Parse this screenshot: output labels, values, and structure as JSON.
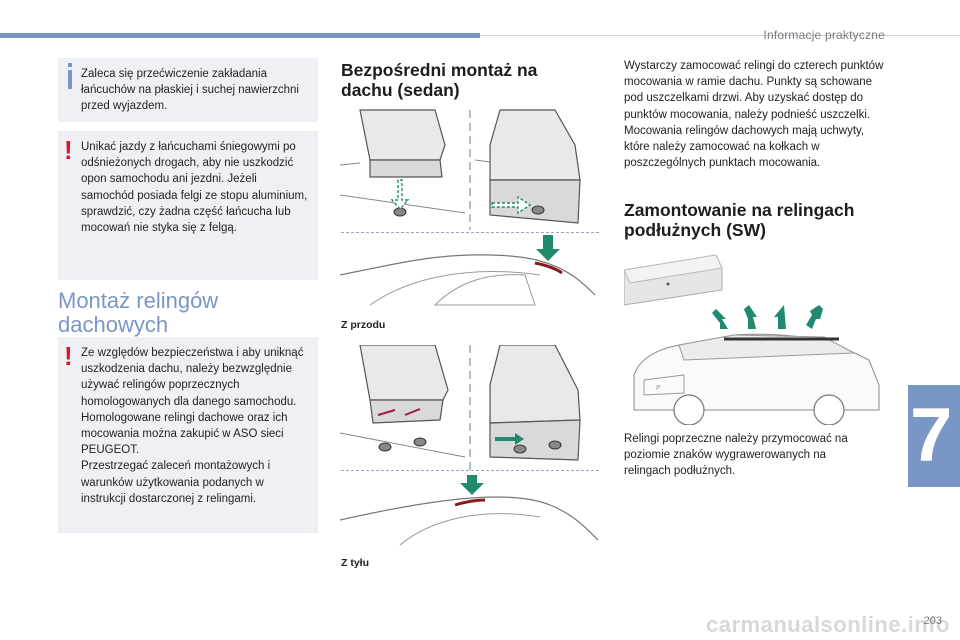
{
  "header": {
    "chapter_title": "Informacje praktyczne"
  },
  "left": {
    "info_box": {
      "text": "Zaleca się przećwiczenie zakładania łańcuchów na płaskiej i suchej nawierzchni przed wyjazdem."
    },
    "warning_box_1": {
      "text": "Unikać jazdy z łańcuchami śniegowymi po odśnieżonych drogach, aby nie uszkodzić opon samochodu ani jezdni. Jeżeli samochód posiada felgi ze stopu aluminium, sprawdzić, czy żadna część łańcucha lub mocowań nie styka się z felgą."
    },
    "section_title_line1": "Montaż relingów",
    "section_title_line2": "dachowych",
    "warning_box_2": {
      "p1": "Ze względów bezpieczeństwa i aby uniknąć uszkodzenia dachu, należy bezwzględnie używać relingów poprzecznych homologowanych dla danego samochodu.",
      "p2": "Homologowane relingi dachowe oraz ich mocowania można zakupić w ASO sieci PEUGEOT.",
      "p3": "Przestrzegać zaleceń montażowych i warunków użytkowania podanych w instrukcji dostarczonej z relingami."
    }
  },
  "middle": {
    "title_line1": "Bezpośredni montaż na",
    "title_line2": "dachu (sedan)",
    "caption_front": "Z przodu",
    "caption_rear": "Z tyłu"
  },
  "right": {
    "p1": "Wystarczy zamocować relingi do czterech punktów mocowania w ramie dachu. Punkty są schowane pod uszczelkami drzwi. Aby uzyskać dostęp do punktów mocowania, należy podnieść uszczelki.",
    "p2": "Mocowania relingów dachowych mają uchwyty, które należy zamocować na kołkach w poszczególnych punktach mocowania.",
    "sw_title_line1": "Zamontowanie na relingach",
    "sw_title_line2": "podłużnych (SW)",
    "sw_text": "Relingi poprzeczne należy przymocować na poziomie znaków wygrawerowanych na relingach podłużnych."
  },
  "chapter_number": "7",
  "page_number": "203",
  "watermark": "carmanualsonline.info",
  "colors": {
    "accent": "#7a96c4",
    "warning": "#d8182e",
    "box_bg": "#eef0f4",
    "arrow_green": "#1f8a6e"
  }
}
